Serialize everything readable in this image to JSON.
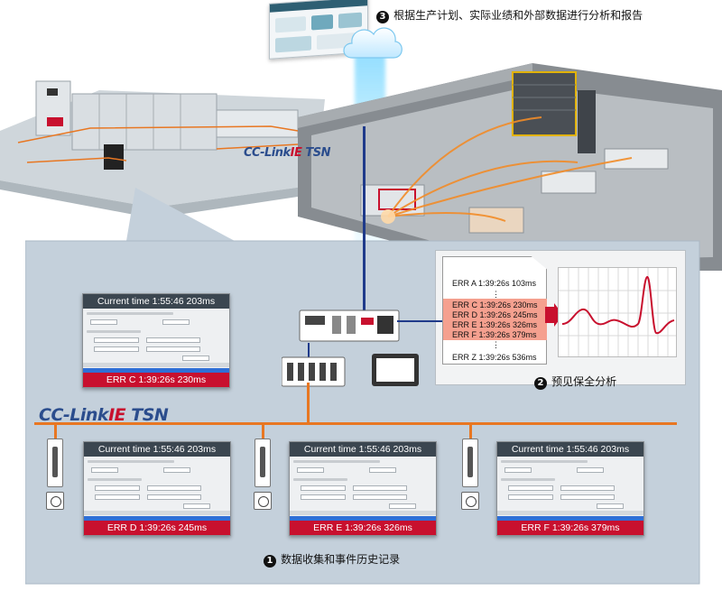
{
  "captions": {
    "top": {
      "num": "❸",
      "text": "根据生产计划、实际业绩和外部数据进行分析和报告"
    },
    "middle": {
      "num": "❷",
      "text": "预见保全分析"
    },
    "bottom": {
      "num": "❶",
      "text": "数据收集和事件历史记录"
    }
  },
  "logos": {
    "small": {
      "cc": "CC-Link",
      "ie": "IE",
      "tsn": "TSN"
    },
    "main": {
      "cc": "CC-Link",
      "ie": "IE",
      "tsn": "TSN"
    }
  },
  "screens": {
    "controller": {
      "title": "Current time 1:55:46 203ms",
      "error": "ERR C 1:39:26s 230ms"
    },
    "device_d": {
      "title": "Current time 1:55:46 203ms",
      "error": "ERR D 1:39:26s 245ms"
    },
    "device_e": {
      "title": "Current time 1:55:46 203ms",
      "error": "ERR E 1:39:26s 326ms"
    },
    "device_f": {
      "title": "Current time 1:55:46 203ms",
      "error": "ERR F 1:39:26s 379ms"
    }
  },
  "log": {
    "top": "ERR A 1:39:26s 103ms",
    "highlighted": [
      "ERR C 1:39:26s 230ms",
      "ERR D 1:39:26s 245ms",
      "ERR E 1:39:26s 326ms",
      "ERR F 1:39:26s 379ms"
    ],
    "bottom": "ERR Z 1:39:26s 536ms"
  },
  "colors": {
    "network": "#e87722",
    "error_bar": "#c8102e",
    "highlight": "#f5a08f",
    "panel": "#c4d0db",
    "wave": "#c8102e"
  }
}
